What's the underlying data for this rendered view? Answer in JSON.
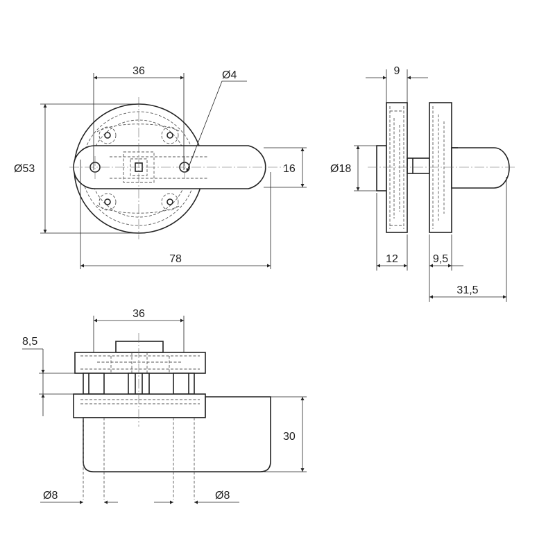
{
  "top_view": {
    "dim_width": "36",
    "dim_hole": "Ø4",
    "dim_diameter": "Ø53",
    "dim_handle": "16",
    "dim_length": "78"
  },
  "side_view": {
    "dim_gap": "9",
    "dim_spindle": "Ø18",
    "dim_left": "12",
    "dim_right": "9,5",
    "dim_total": "31,5"
  },
  "front_view": {
    "dim_width": "36",
    "dim_plate": "8,5",
    "dim_height": "30",
    "dim_left_dia": "Ø8",
    "dim_right_dia": "Ø8"
  }
}
